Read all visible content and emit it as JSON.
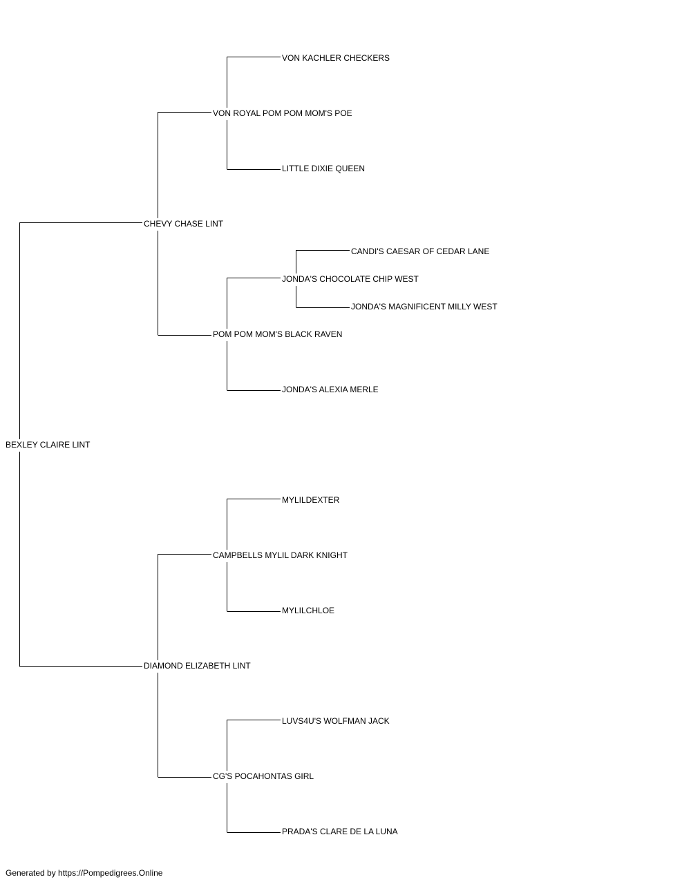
{
  "pedigree": {
    "subject": "BEXLEY CLAIRE LINT",
    "sire": {
      "name": "CHEVY CHASE LINT",
      "sire": {
        "name": "VON ROYAL POM POM MOM'S POE",
        "sire": {
          "name": "VON KACHLER CHECKERS"
        },
        "dam": {
          "name": "LITTLE DIXIE QUEEN"
        }
      },
      "dam": {
        "name": "POM POM MOM'S BLACK RAVEN",
        "sire": {
          "name": "JONDA'S CHOCOLATE CHIP WEST",
          "sire": {
            "name": "CANDI'S CAESAR OF CEDAR LANE"
          },
          "dam": {
            "name": "JONDA'S MAGNIFICENT MILLY WEST"
          }
        },
        "dam": {
          "name": "JONDA'S ALEXIA MERLE"
        }
      }
    },
    "dam": {
      "name": "DIAMOND ELIZABETH LINT",
      "sire": {
        "name": "CAMPBELLS MYLIL DARK KNIGHT",
        "sire": {
          "name": "MYLILDEXTER"
        },
        "dam": {
          "name": "MYLILCHLOE"
        }
      },
      "dam": {
        "name": "CG'S POCAHONTAS GIRL",
        "sire": {
          "name": "LUVS4U'S WOLFMAN JACK"
        },
        "dam": {
          "name": "PRADA'S CLARE DE LA LUNA"
        }
      }
    }
  },
  "footer": {
    "text": "Generated by https://Pompedigrees.Online"
  }
}
